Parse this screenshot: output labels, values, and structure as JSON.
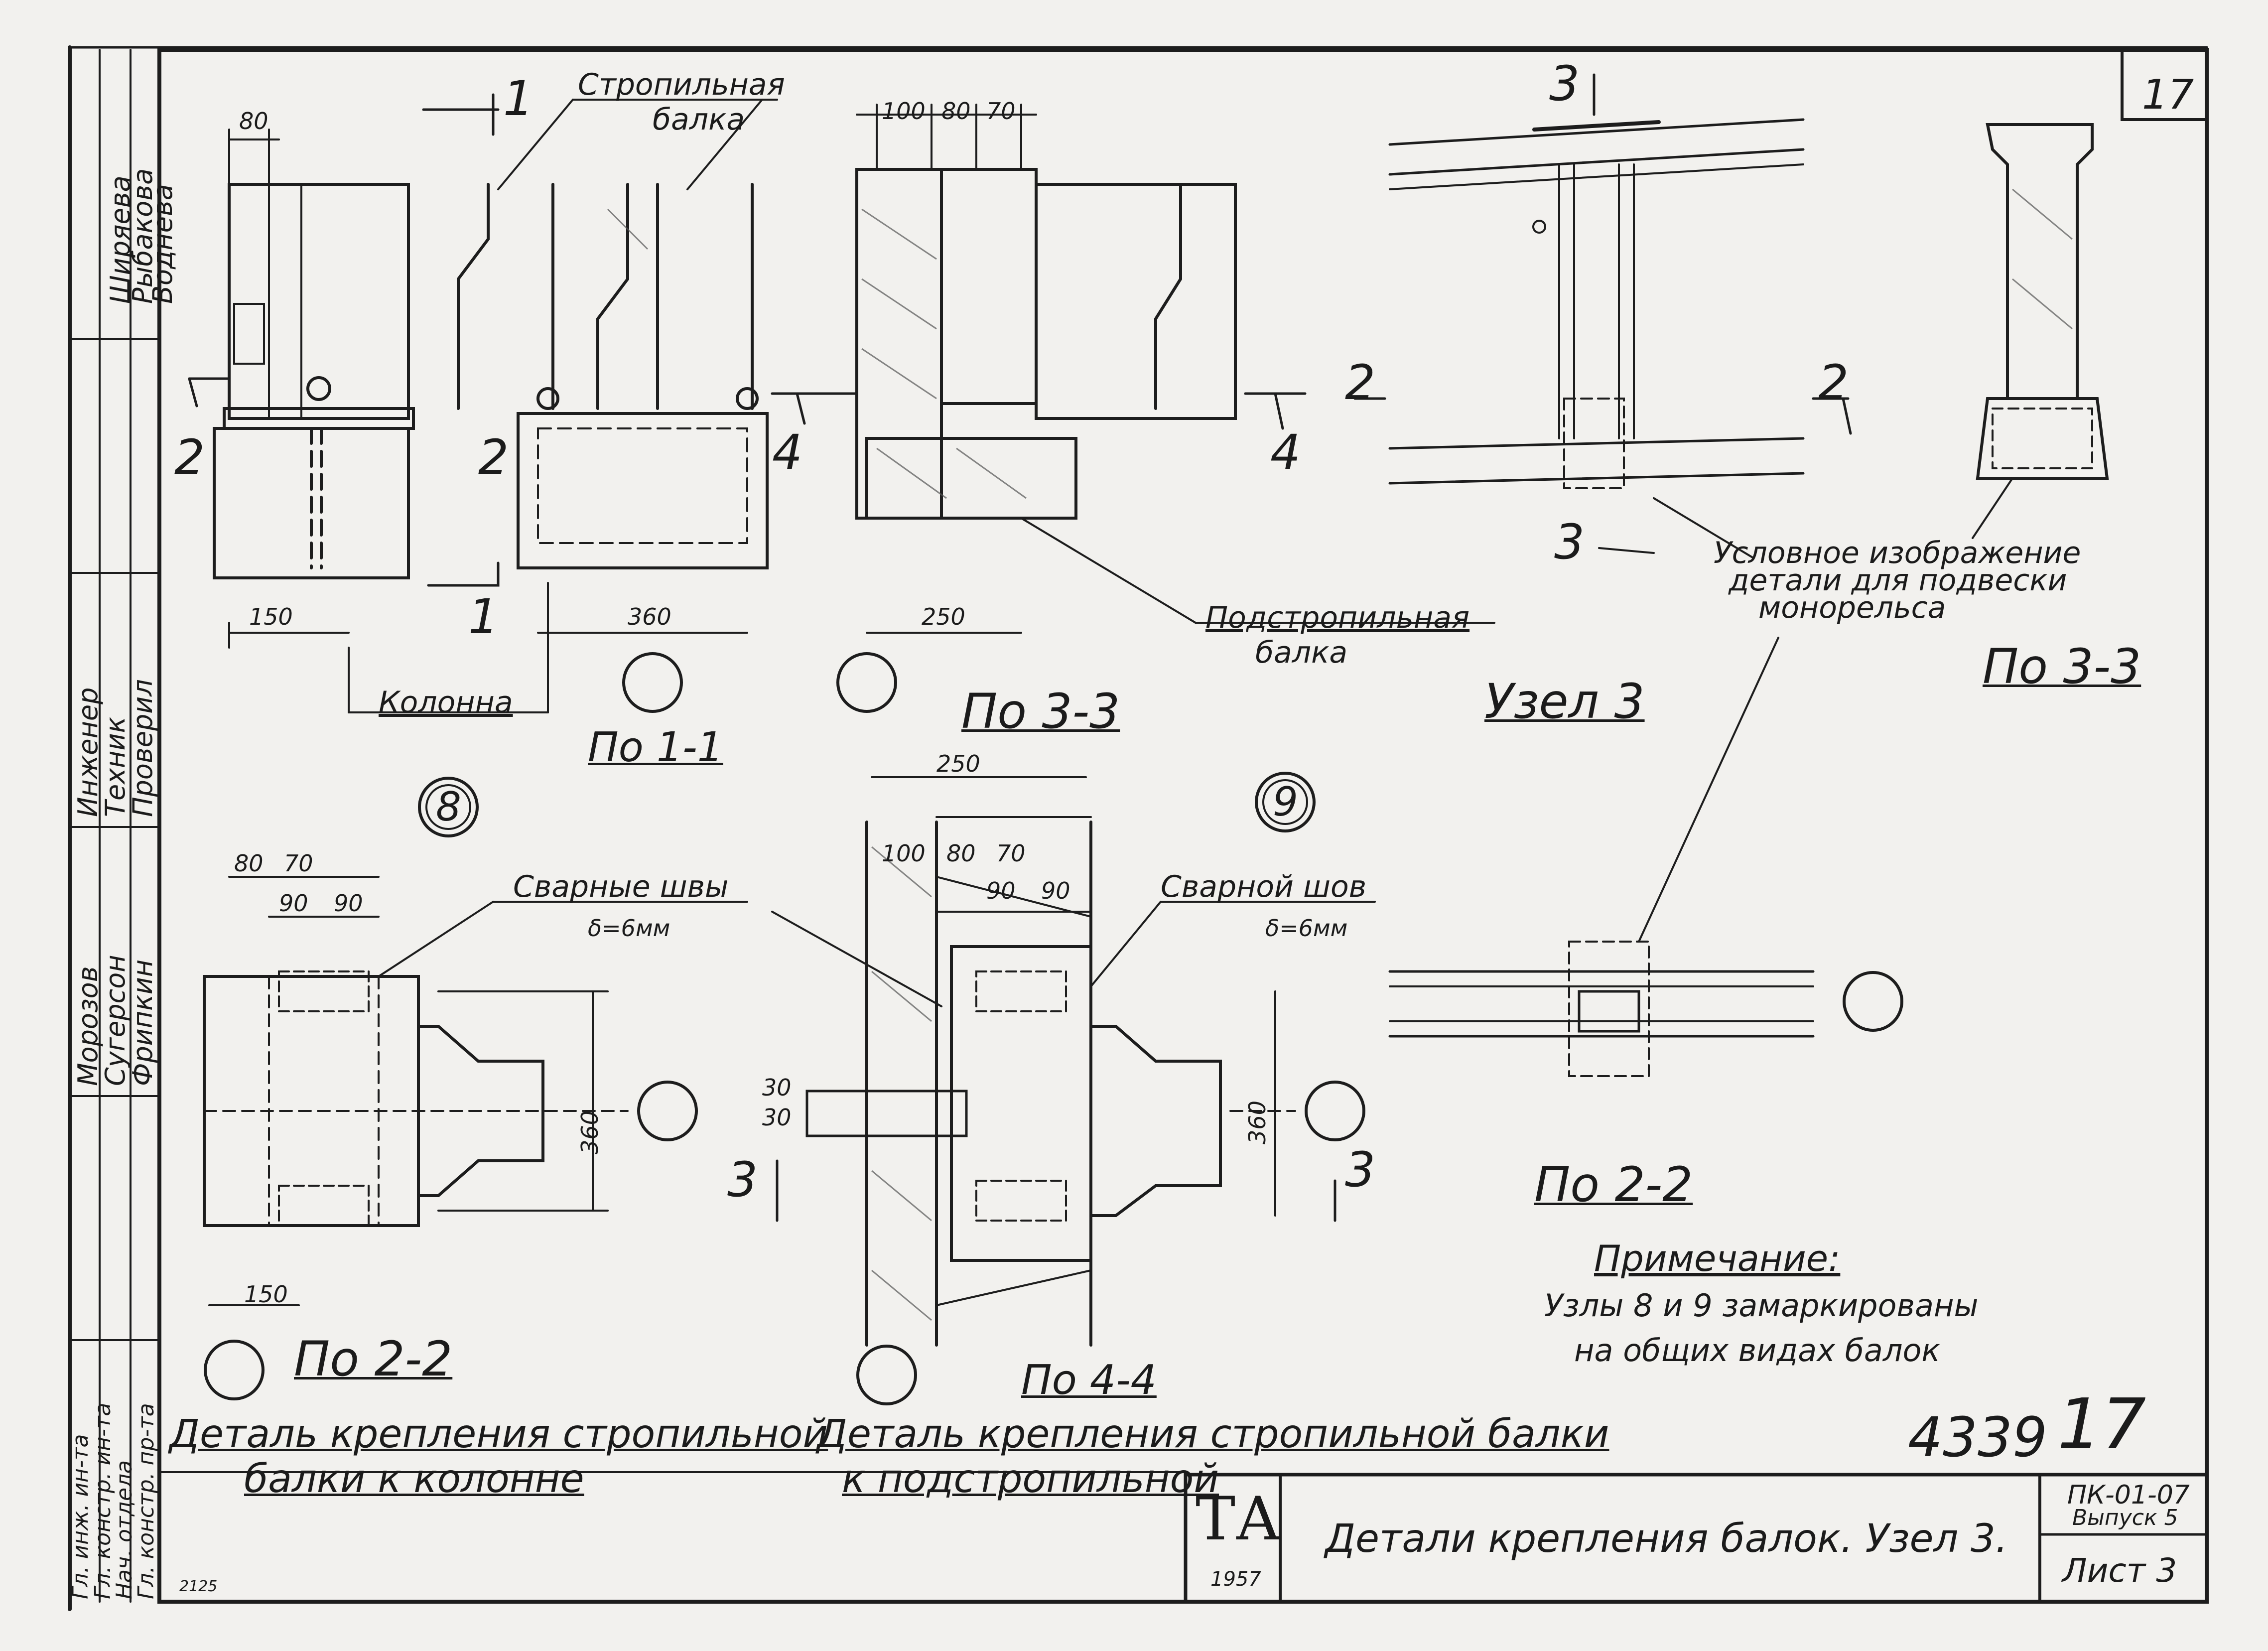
{
  "sheet": {
    "page_number": "17",
    "stamp_number": "4339",
    "stamp_number_suffix": "17",
    "title": "Детали крепления балок. Узел 3.",
    "series_code": "ПК-01-07",
    "issue": "Выпуск 5",
    "list": "Лист 3",
    "logo": "ТА",
    "logo_year": "1957",
    "archive_mark": "2125"
  },
  "stamp_left": {
    "roles": [
      "Гл. инж. ин-та",
      "Гл. констр. ин-та",
      "Нач. отдела",
      "Гл. констр. пр-та",
      "Инженер",
      "Техник",
      "Проверил"
    ],
    "names": [
      "Ширяева",
      "Рыбакова",
      "Воднева",
      "Морозов",
      "Сугерсон",
      "Фрипкин"
    ]
  },
  "labels": {
    "strop_beam_l1": "Стропильная",
    "strop_beam_l2": "балка",
    "column": "Колонна",
    "podstrop_l1": "Подстропильная",
    "podstrop_l2": "балка",
    "welds_plural_l1": "Сварные швы",
    "welds_plural_l2": "δ=6мм",
    "weld_single_l1": "Сварной шов",
    "weld_single_l2": "δ=6мм",
    "conv_l1": "Условное изображение",
    "conv_l2": "детали для подвески",
    "conv_l3": "монорельса"
  },
  "captions": {
    "po_1_1": "По 1-1",
    "po_3_3_a": "По 3-3",
    "uzel_3": "Узел 3",
    "po_3_3_b": "По 3-3",
    "po_2_2_a": "По 2-2",
    "po_4_4": "По 4-4",
    "po_2_2_b": "По 2-2",
    "detail_col_l1": "Деталь крепления стропильной",
    "detail_col_l2": "балки к колонне",
    "detail_pod_l1": "Деталь крепления стропильной балки",
    "detail_pod_l2": "к подстропильной"
  },
  "nodes": {
    "node_8": "8",
    "node_9": "9"
  },
  "note": {
    "title": "Примечание:",
    "line1": "Узлы 8 и 9 замаркированы",
    "line2": "на общих видах балок"
  },
  "section_marks": {
    "one": "1",
    "two": "2",
    "three": "3",
    "four": "4"
  },
  "dims": {
    "d80": "80",
    "d150": "150",
    "d360": "360",
    "d100": "100",
    "d70": "70",
    "d250": "250",
    "d90": "90",
    "d30": "30"
  }
}
